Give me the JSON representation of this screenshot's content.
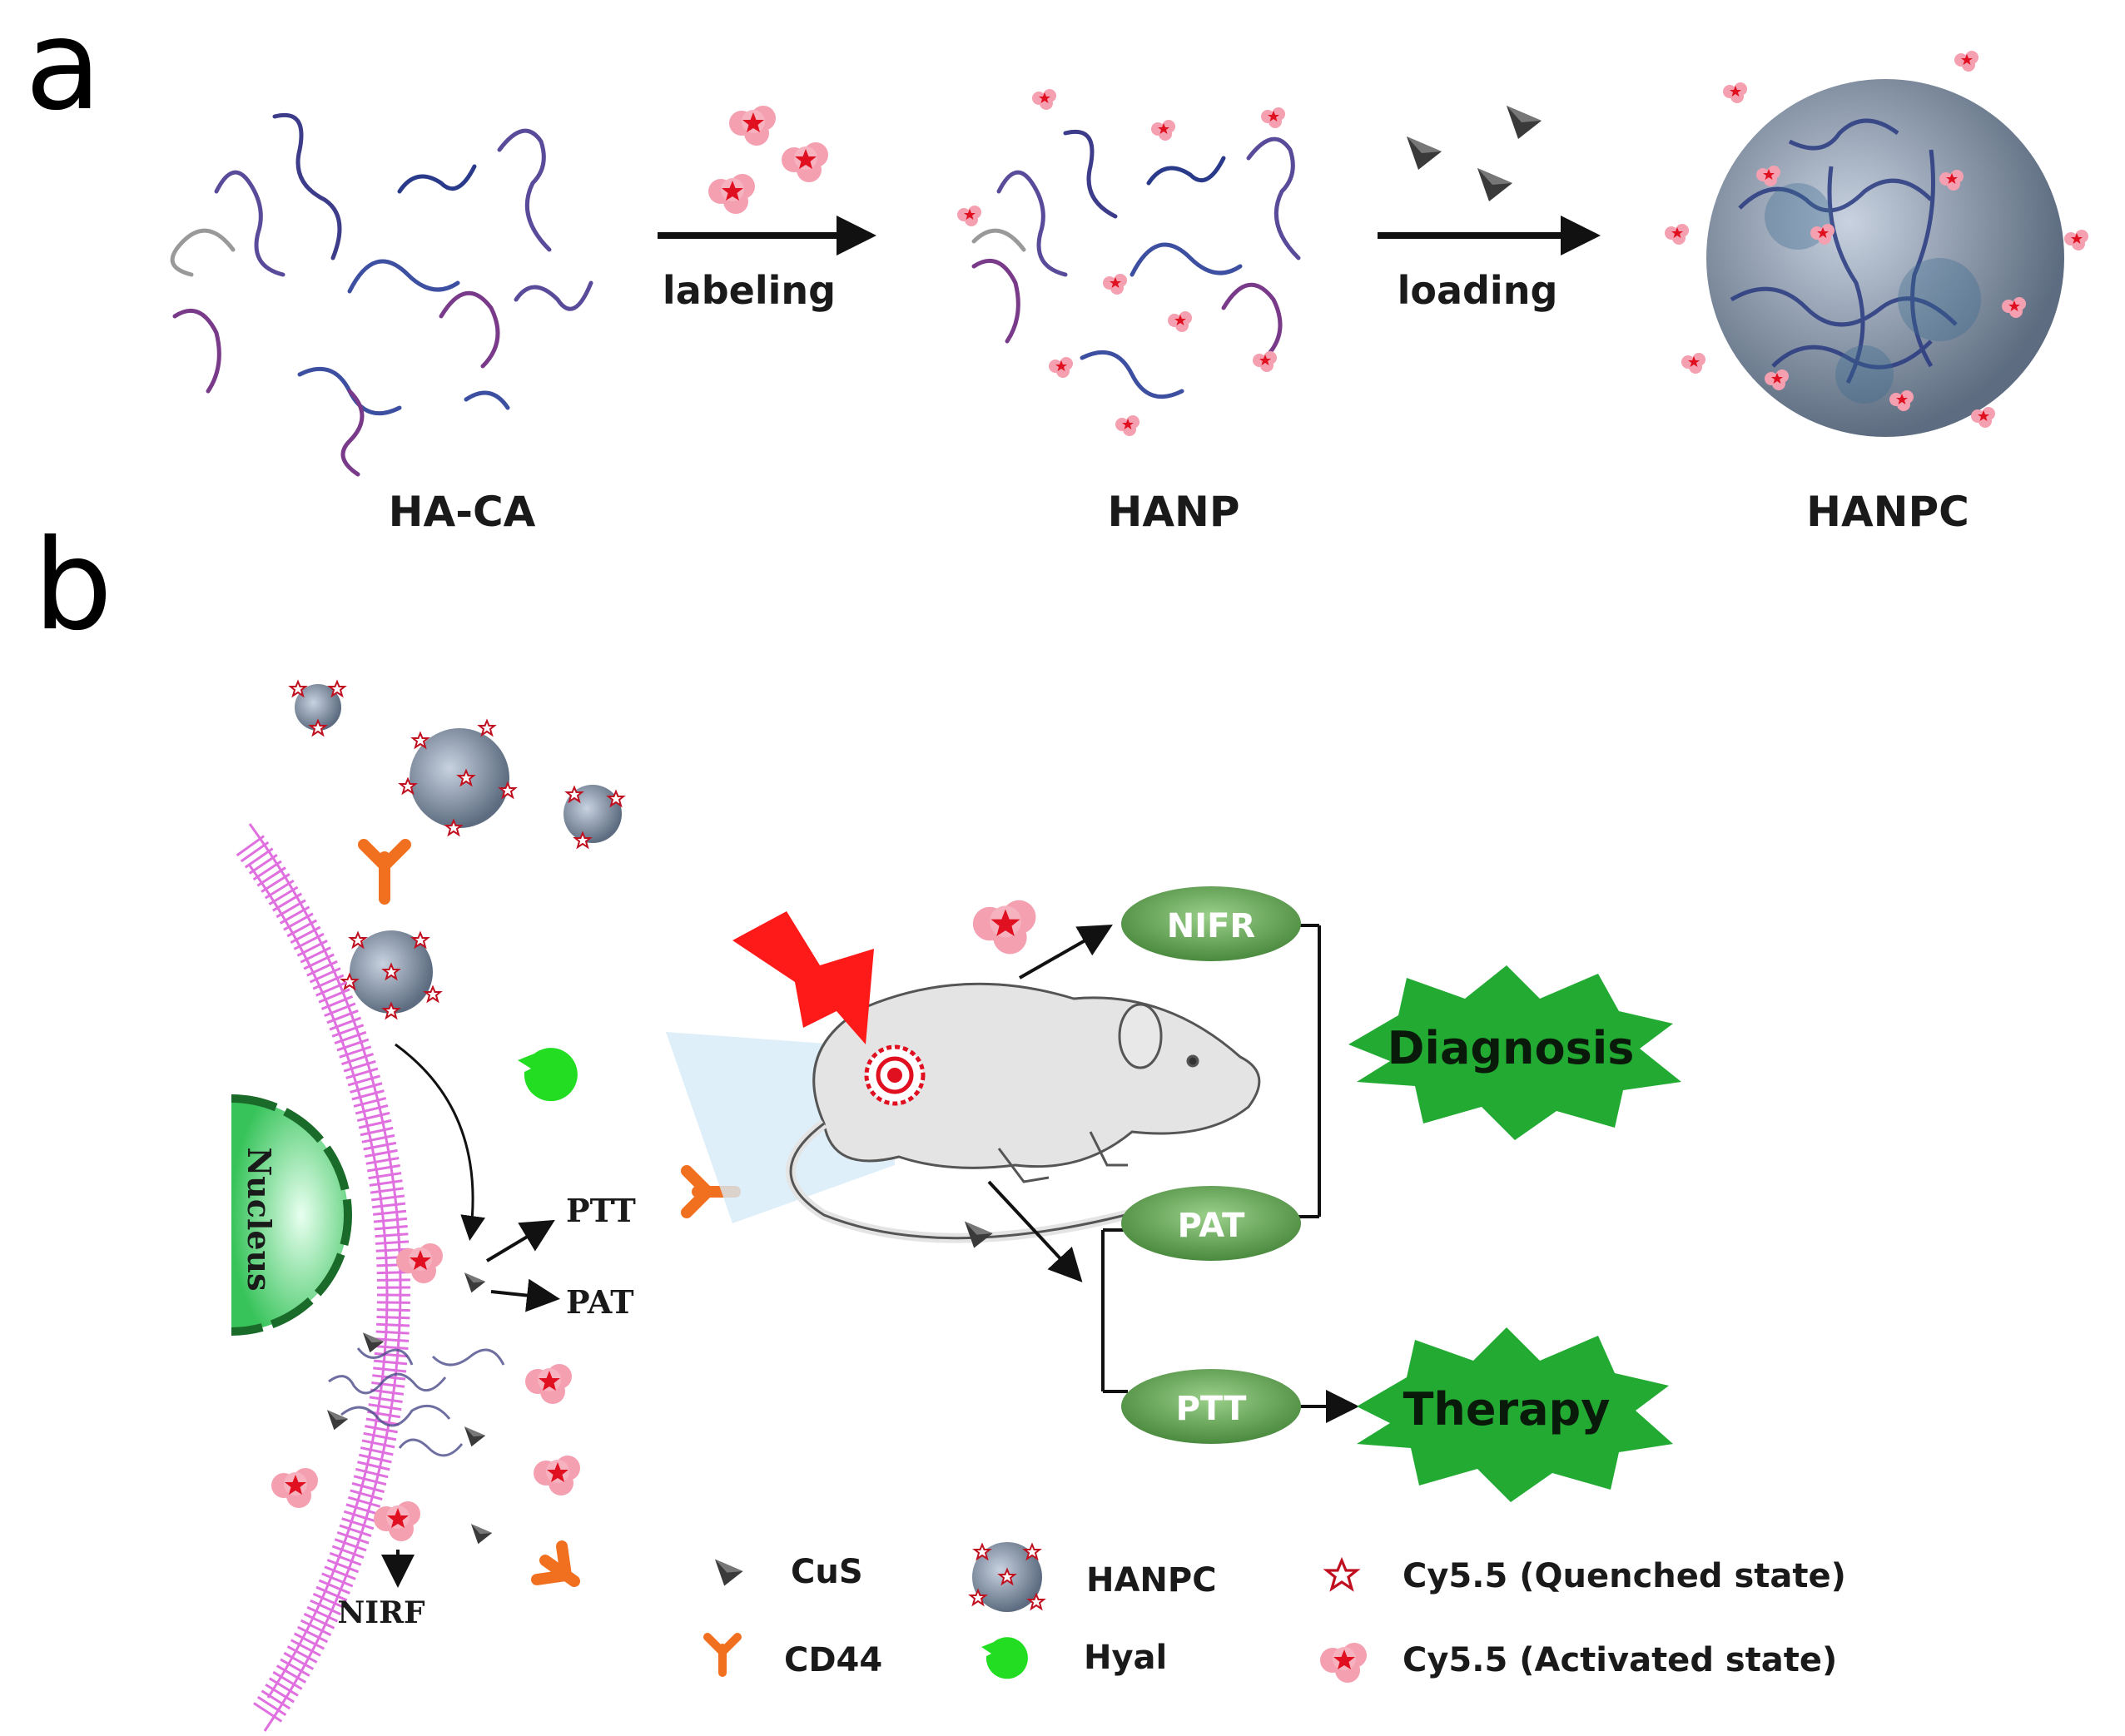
{
  "panels": {
    "a": "a",
    "b": "b"
  },
  "panel_a": {
    "stage_labels": [
      "HA-CA",
      "HANP",
      "HANPC"
    ],
    "arrow_labels": [
      "labeling",
      "loading"
    ]
  },
  "panel_b": {
    "nucleus": "Nucleus",
    "cell_outputs": [
      "PTT",
      "PAT",
      "NIRF"
    ],
    "modalities": [
      "NIFR",
      "PAT",
      "PTT"
    ],
    "outcomes": [
      "Diagnosis",
      "Therapy"
    ]
  },
  "legend": [
    {
      "icon": "cus-icon",
      "label": "CuS"
    },
    {
      "icon": "cd44-icon",
      "label": "CD44"
    },
    {
      "icon": "hanpc-icon",
      "label": "HANPC"
    },
    {
      "icon": "hyal-icon",
      "label": "Hyal"
    },
    {
      "icon": "cy55-quenched-icon",
      "label": "Cy5.5 (Quenched state)"
    },
    {
      "icon": "cy55-activated-icon",
      "label": "Cy5.5 (Activated state)"
    }
  ],
  "colors": {
    "membrane": "#e070e0",
    "cd44": "#f07020",
    "hyal": "#22dd22",
    "nucleus": "#44cc66",
    "oval": "#5fa050",
    "burst": "#22aa33",
    "dye": "#f4a0b0",
    "star": "#e01020",
    "laser": "#ff1a1a"
  }
}
